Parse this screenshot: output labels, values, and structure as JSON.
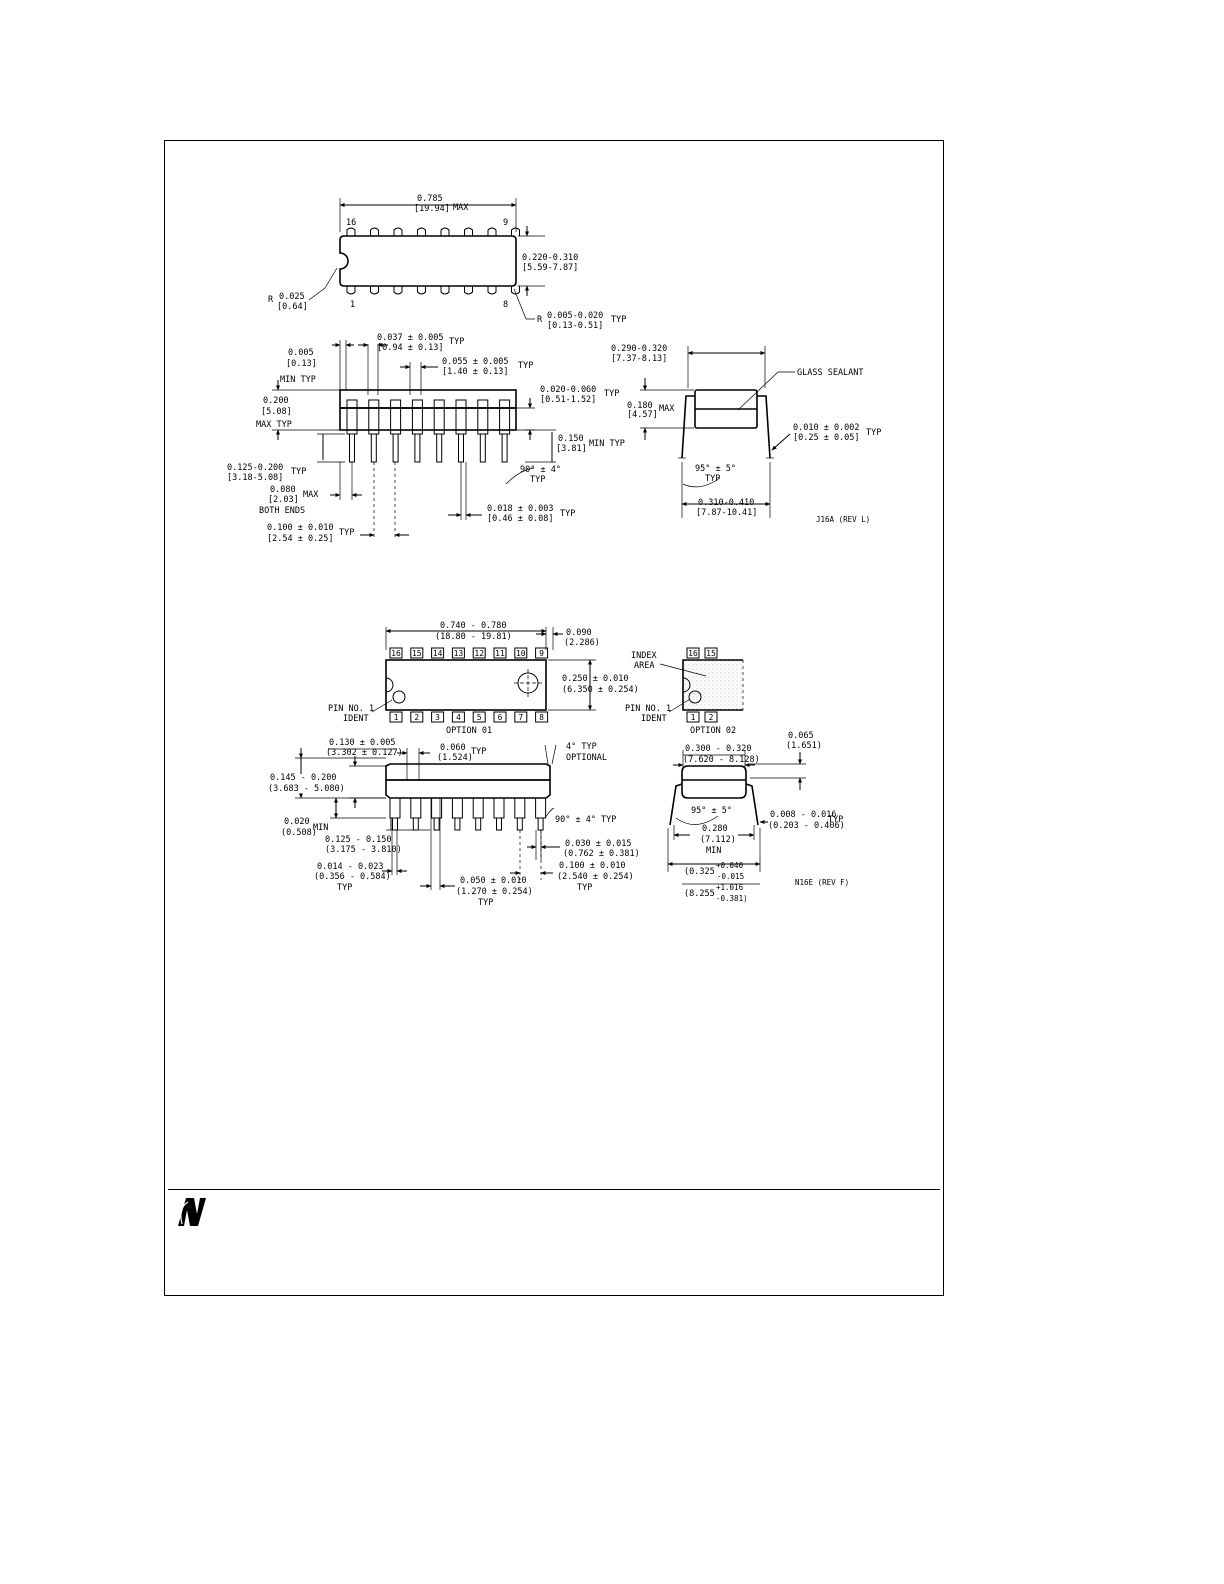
{
  "j16a": {
    "top_length": [
      "0.785",
      "[19.94]",
      "MAX"
    ],
    "pin16": "16",
    "pin9": "9",
    "pin1": "1",
    "pin8": "8",
    "body_width": [
      "0.220-0.310",
      "[5.59-7.87]"
    ],
    "notch_radius": [
      "R",
      "0.025",
      "[0.64]"
    ],
    "corner_radius": [
      "R",
      "0.005-0.020",
      "[0.13-0.51]",
      "TYP"
    ],
    "lead_width_wide": [
      "0.037 ± 0.005",
      "[0.94 ± 0.13]",
      "TYP"
    ],
    "lead_width_shoulder": [
      "0.055 ± 0.005",
      "[1.40 ± 0.13]",
      "TYP"
    ],
    "standoff_min": [
      "0.005",
      "[0.13]",
      "MIN TYP"
    ],
    "body_height_max": [
      "0.200",
      "[5.08]",
      "MAX TYP"
    ],
    "seat_height": [
      "0.020-0.060",
      "[0.51-1.52]",
      "TYP"
    ],
    "lead_length_min": [
      "0.150",
      "[3.81]",
      "MIN TYP"
    ],
    "lead_length": [
      "0.125-0.200",
      "[3.18-5.08]",
      "TYP"
    ],
    "lead_angle": [
      "90° ± 4°",
      "TYP"
    ],
    "end_spacing": [
      "0.080",
      "[2.03]",
      "MAX",
      "BOTH ENDS"
    ],
    "lead_width": [
      "0.018 ± 0.003",
      "[0.46 ± 0.08]",
      "TYP"
    ],
    "pitch": [
      "0.100 ± 0.010",
      "[2.54 ± 0.25]",
      "TYP"
    ],
    "row_spacing": [
      "0.290-0.320",
      "[7.37-8.13]"
    ],
    "glass_sealant": "GLASS SEALANT",
    "height_max": [
      "0.180",
      "[4.57]",
      "MAX"
    ],
    "lead_thickness": [
      "0.010 ± 0.002",
      "[0.25 ± 0.05]",
      "TYP"
    ],
    "spread_angle": [
      "95° ± 5°",
      "TYP"
    ],
    "lead_spread": [
      "0.310-0.410",
      "[7.87-10.41]"
    ],
    "drawing_id": "J16A (REV L)"
  },
  "n16e": {
    "top_length": [
      "0.740 - 0.780",
      "(18.80 - 19.81)"
    ],
    "end_offset": [
      "0.090",
      "(2.286)"
    ],
    "top_pins": [
      "16",
      "15",
      "14",
      "13",
      "12",
      "11",
      "10",
      "9"
    ],
    "bottom_pins": [
      "1",
      "2",
      "3",
      "4",
      "5",
      "6",
      "7",
      "8"
    ],
    "body_width": [
      "0.250 ± 0.010",
      "(6.350 ± 0.254)"
    ],
    "pin1_ident": [
      "PIN NO. 1",
      "IDENT"
    ],
    "option01": "OPTION 01",
    "index_area": [
      "INDEX",
      "AREA"
    ],
    "opt2_top_pins": [
      "16",
      "15"
    ],
    "opt2_bottom_pins": [
      "1",
      "2"
    ],
    "option02": "OPTION 02",
    "body_height": [
      "0.130 ± 0.005",
      "(3.302 ± 0.127)"
    ],
    "shoulder": [
      "0.060",
      "(1.524)",
      "TYP"
    ],
    "draft_angle": [
      "4° TYP",
      "OPTIONAL"
    ],
    "overall_height": [
      "0.145 - 0.200",
      "(3.683 - 5.080)"
    ],
    "seat_min": [
      "0.020",
      "(0.508)",
      "MIN"
    ],
    "lead_length": [
      "0.125 - 0.150",
      "(3.175 - 3.810)"
    ],
    "lead_angle": "90° ± 4° TYP",
    "lead_thickness": [
      "0.030 ± 0.015",
      "(0.762 ± 0.381)"
    ],
    "lead_width": [
      "0.014 - 0.023",
      "(0.356 - 0.584)",
      "TYP"
    ],
    "shoulder_width": [
      "0.050 ± 0.010",
      "(1.270 ± 0.254)",
      "TYP"
    ],
    "pitch": [
      "0.100 ± 0.010",
      "(2.540 ± 0.254)",
      "TYP"
    ],
    "row_spacing": [
      "0.300 - 0.320",
      "(7.620 - 8.128)"
    ],
    "end_height": [
      "0.065",
      "(1.651)"
    ],
    "spread_angle": "95° ± 5°",
    "lead_spread_min": [
      "0.280",
      "(7.112)",
      "MIN"
    ],
    "stock_thickness": [
      "0.008 - 0.016",
      "(0.203 - 0.406)",
      "TYP"
    ],
    "overall_spread_in": [
      "(0.325",
      "+0.040",
      "-0.015"
    ],
    "overall_spread_mm": [
      "(8.255",
      "+1.016",
      "-0.381)"
    ],
    "drawing_id": "N16E (REV F)"
  },
  "footer": {
    "logo": "national-semiconductor-logo-icon"
  }
}
